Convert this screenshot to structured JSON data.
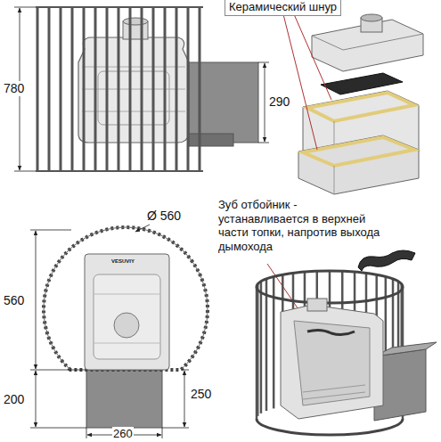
{
  "diagram": {
    "labels": [
      "Керамический шнур",
      "780",
      "290",
      "Ø 560",
      "VESUVIY",
      "560",
      "200",
      "250",
      "260",
      "Зуб отбойник - устанавливается в верхней части топки, напротив выхода дымохода"
    ]
  }
}
